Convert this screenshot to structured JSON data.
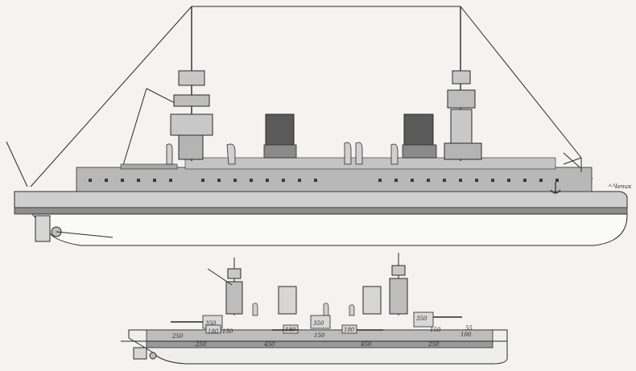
{
  "drawing": {
    "signature": "ᴬ·Чепик",
    "profile_view": {
      "kind": "outboard profile"
    },
    "armour_scheme": {
      "kind": "armour profile",
      "thickness_labels": [
        "350",
        "180",
        "150",
        "350",
        "180",
        "150",
        "250",
        "450",
        "450",
        "250",
        "180",
        "150",
        "350",
        "100",
        "55",
        "250"
      ]
    }
  },
  "colors": {
    "ink": "#2a2a2a",
    "hull": "#cfcfcf",
    "armour": "#9a9a9a",
    "funnel": "#5a5a5a",
    "paper": "#f4f3f0"
  }
}
